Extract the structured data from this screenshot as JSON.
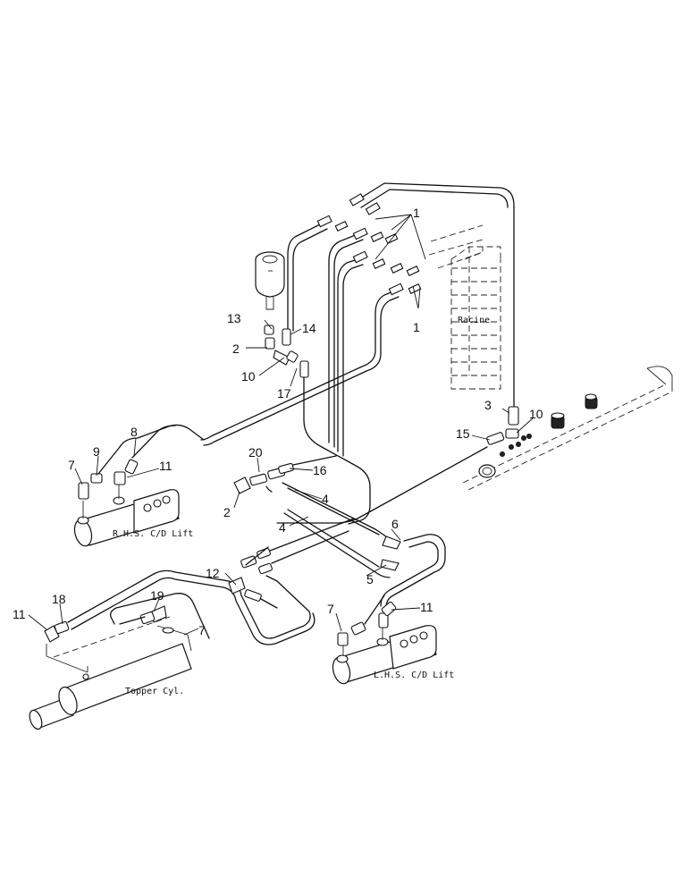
{
  "labels": {
    "racine": "Racine",
    "rhs_lift": "R.H.S. C/D Lift",
    "lhs_lift": "L.H.S. C/D Lift",
    "topper": "Topper Cyl."
  },
  "callouts": {
    "c1a": "1",
    "c1b": "1",
    "c2a": "2",
    "c2b": "2",
    "c3": "3",
    "c4a": "4",
    "c4b": "4",
    "c5": "5",
    "c6": "6",
    "c7a": "7",
    "c7b": "7",
    "c7c": "7",
    "c8": "8",
    "c9": "9",
    "c10a": "10",
    "c10b": "10",
    "c11a": "11",
    "c11b": "11",
    "c11c": "11",
    "c12": "12",
    "c13": "13",
    "c14": "14",
    "c15": "15",
    "c16": "16",
    "c17": "17",
    "c18": "18",
    "c19": "19",
    "c20": "20"
  }
}
